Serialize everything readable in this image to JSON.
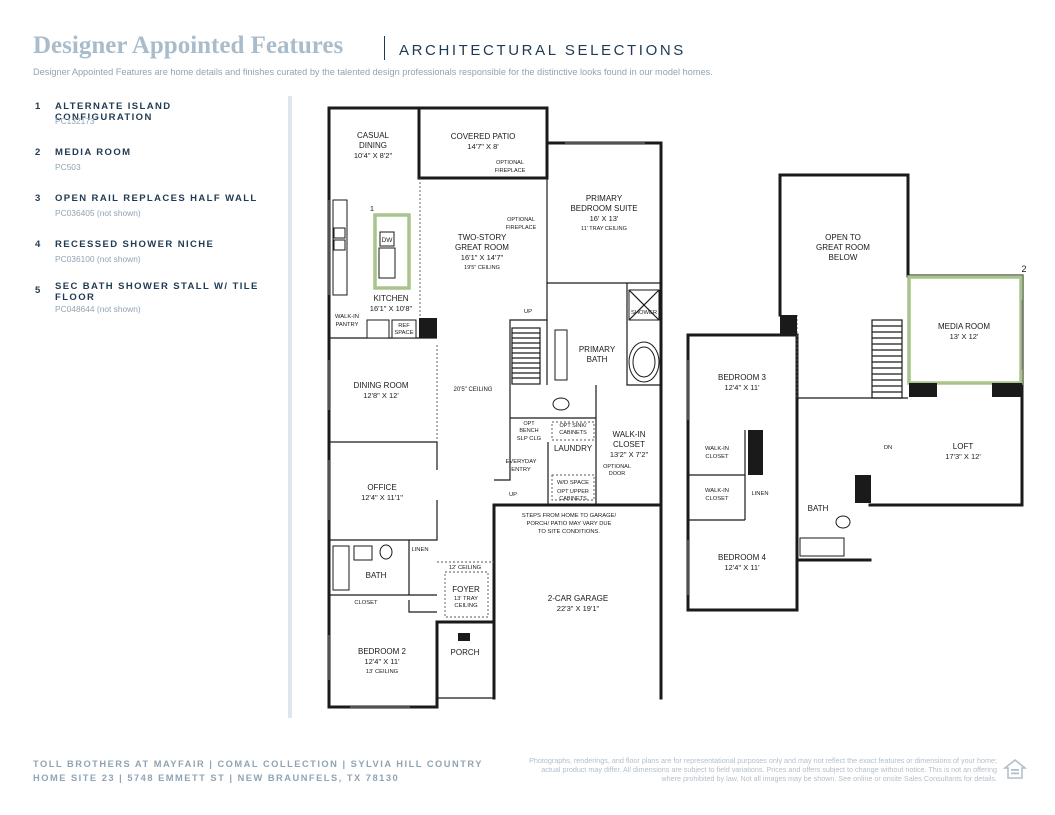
{
  "header": {
    "title": "Designer Appointed Features",
    "subtitle": "ARCHITECTURAL SELECTIONS",
    "intro": "Designer Appointed Features are home details and finishes curated by the talented design professionals responsible for the distinctive looks found in our model homes."
  },
  "selections": [
    {
      "num": "1",
      "name": "ALTERNATE ISLAND CONFIGURATION",
      "code": "PC132173"
    },
    {
      "num": "2",
      "name": "MEDIA ROOM",
      "code": "PC503"
    },
    {
      "num": "3",
      "name": "OPEN RAIL REPLACES HALF WALL",
      "code": "PC036405 (not shown)"
    },
    {
      "num": "4",
      "name": "RECESSED SHOWER NICHE",
      "code": "PC036100 (not shown)"
    },
    {
      "num": "5",
      "name": "SEC BATH SHOWER STALL W/ TILE FLOOR",
      "code": "PC048644 (not shown)"
    }
  ],
  "plan": {
    "accent": "#a9c48a",
    "markers": {
      "island": "1",
      "media": "2"
    },
    "rooms": {
      "casual_dining": [
        "CASUAL",
        "DINING",
        "10'4\" X 8'2\""
      ],
      "covered_patio": [
        "COVERED PATIO",
        "14'7\" X 8'"
      ],
      "optional_fireplace_top": [
        "OPTIONAL",
        "FIREPLACE"
      ],
      "primary_suite": [
        "PRIMARY",
        "BEDROOM SUITE",
        "16' X 13'",
        "11' TRAY CEILING"
      ],
      "optional_fireplace_mid": [
        "OPTIONAL",
        "FIREPLACE"
      ],
      "great_room": [
        "TWO-STORY",
        "GREAT ROOM",
        "16'1\" X 14'7\"",
        "19'5\" CEILING"
      ],
      "dw": "DW",
      "kitchen": [
        "KITCHEN",
        "16'1\" X 10'8\""
      ],
      "walk_in_pantry": [
        "WALK-IN",
        "PANTRY"
      ],
      "ref_space": [
        "REF",
        "SPACE"
      ],
      "up_stair": "UP",
      "shower": "SHOWER",
      "primary_bath": [
        "PRIMARY",
        "BATH"
      ],
      "dining_room": [
        "DINING ROOM",
        "12'8\" X 12'"
      ],
      "ceiling_205": "20'5\" CEILING",
      "opt_bench": [
        "OPT",
        "BENCH"
      ],
      "slp_clg": "SLP CLG",
      "opt_sink": [
        "OPT SINK/",
        "CABINETS"
      ],
      "laundry": "LAUNDRY",
      "walk_in_closet": [
        "WALK-IN",
        "CLOSET",
        "13'2\" X 7'2\""
      ],
      "optional_door": [
        "OPTIONAL",
        "DOOR"
      ],
      "everyday_entry": [
        "EVERYDAY",
        "ENTRY"
      ],
      "up_garage": "UP",
      "wd_space": "W/D SPACE",
      "opt_upper": [
        "OPT UPPER",
        "CABINETS"
      ],
      "office": [
        "OFFICE",
        "12'4\" X 11'1\""
      ],
      "steps_note": [
        "STEPS FROM HOME TO GARAGE/",
        "PORCH/ PATIO MAY VARY DUE",
        "TO SITE CONDITIONS."
      ],
      "linen_1": "LINEN",
      "bath_1": "BATH",
      "ceiling_12": "12' CEILING",
      "foyer": [
        "FOYER",
        "13' TRAY",
        "CEILING"
      ],
      "garage": [
        "2-CAR GARAGE",
        "22'3\" X 19'1\""
      ],
      "closet_1": "CLOSET",
      "bedroom2": [
        "BEDROOM 2",
        "12'4\" X 11'",
        "13' CEILING"
      ],
      "porch": "PORCH",
      "open_to_below": [
        "OPEN TO",
        "GREAT ROOM",
        "BELOW"
      ],
      "media_room": [
        "MEDIA ROOM",
        "13' X 12'"
      ],
      "bedroom3": [
        "BEDROOM 3",
        "12'4\" X 11'"
      ],
      "walk_in_closet_b3": [
        "WALK-IN",
        "CLOSET"
      ],
      "dn": "DN",
      "loft": [
        "LOFT",
        "17'3\" X 12'"
      ],
      "walk_in_closet_b4": [
        "WALK-IN",
        "CLOSET"
      ],
      "linen_2": "LINEN",
      "bath_2": "BATH",
      "bedroom4": [
        "BEDROOM 4",
        "12'4\" X 11'"
      ]
    }
  },
  "footer": {
    "line1": "TOLL BROTHERS AT MAYFAIR  |  COMAL COLLECTION  |  SYLVIA HILL COUNTRY",
    "line2": "HOME SITE 23  |  5748 EMMETT ST  |  NEW BRAUNFELS, TX 78130",
    "disclaimer": "Photographs, renderings, and floor plans are for representational purposes only and may not reflect the exact features or dimensions of your home; actual product may differ. All dimensions are subject to field variations. Prices and offers subject to change without notice. This is not an offering where prohibited by law. Not all images may be shown. See online or onsite Sales Consultants for details."
  }
}
